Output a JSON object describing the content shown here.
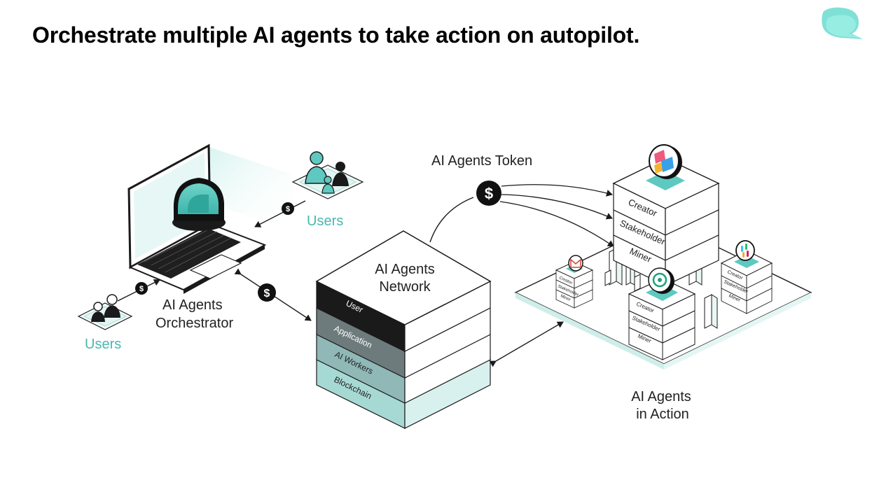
{
  "header": {
    "title": "Orchestrate multiple AI agents to take action on autopilot."
  },
  "colors": {
    "teal": "#5ec9c0",
    "teal_light": "#cfeeea",
    "teal_text": "#48b7b0",
    "dark": "#111111",
    "line": "#1a1a1a"
  },
  "diagram": {
    "orchestrator_label_1": "AI Agents",
    "orchestrator_label_2": "Orchestrator",
    "users_top_label": "Users",
    "users_left_label": "Users",
    "token_label": "AI Agents Token",
    "network_label_1": "AI Agents",
    "network_label_2": "Network",
    "network_layers": [
      "User",
      "Application",
      "AI Workers",
      "Blockchain"
    ],
    "action_label_1": "AI Agents",
    "action_label_2": "in Action",
    "tower_main_layers": [
      "Creator",
      "Stakeholder",
      "Miner"
    ],
    "tower_small_layers": [
      "Creator",
      "Stakeholder",
      "Miner"
    ],
    "currency_symbol": "$"
  }
}
